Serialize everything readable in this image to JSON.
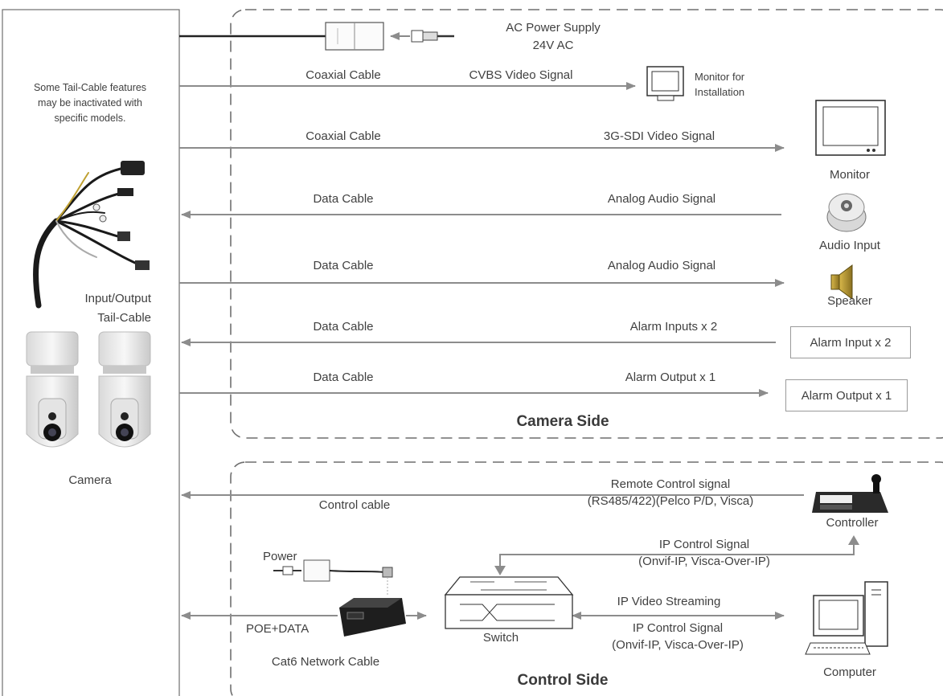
{
  "power": {
    "title": "AC Power Supply",
    "voltage": "24V AC"
  },
  "tail_note": [
    "Some Tail-Cable features",
    "may be inactivated with",
    "specific models."
  ],
  "tail_cable": [
    "Input/Output",
    "Tail-Cable"
  ],
  "camera_label": "Camera",
  "camera_side": {
    "title": "Camera Side",
    "rows": [
      {
        "cable": "Coaxial Cable",
        "signal": "CVBS Video Signal",
        "direction": "out"
      },
      {
        "cable": "Coaxial Cable",
        "signal": "3G-SDI Video Signal",
        "direction": "out"
      },
      {
        "cable": "Data Cable",
        "signal": "Analog Audio Signal",
        "direction": "in"
      },
      {
        "cable": "Data Cable",
        "signal": "Analog Audio Signal",
        "direction": "out"
      },
      {
        "cable": "Data Cable",
        "signal": "Alarm Inputs x 2",
        "direction": "in"
      },
      {
        "cable": "Data Cable",
        "signal": "Alarm Output x 1",
        "direction": "out"
      }
    ],
    "devices": {
      "install_monitor": [
        "Monitor for",
        "Installation"
      ],
      "monitor": "Monitor",
      "audio_input": "Audio Input",
      "speaker": "Speaker",
      "alarm_input": "Alarm Input x 2",
      "alarm_output": "Alarm Output x 1"
    }
  },
  "control_side": {
    "title": "Control Side",
    "remote": {
      "signal": "Remote Control signal",
      "protocols": "(RS485/422)(Pelco P/D, Visca)",
      "cable": "Control cable"
    },
    "controller": "Controller",
    "ip_control": {
      "signal": "IP Control Signal",
      "protocols": "(Onvif-IP, Visca-Over-IP)"
    },
    "power": "Power",
    "poe": "POE+DATA",
    "network_cable": "Cat6 Network Cable",
    "switch": "Switch",
    "streaming": {
      "line1": "IP Video Streaming",
      "line2": "IP Control Signal",
      "line3": "(Onvif-IP, Visca-Over-IP)"
    },
    "computer": "Computer"
  }
}
